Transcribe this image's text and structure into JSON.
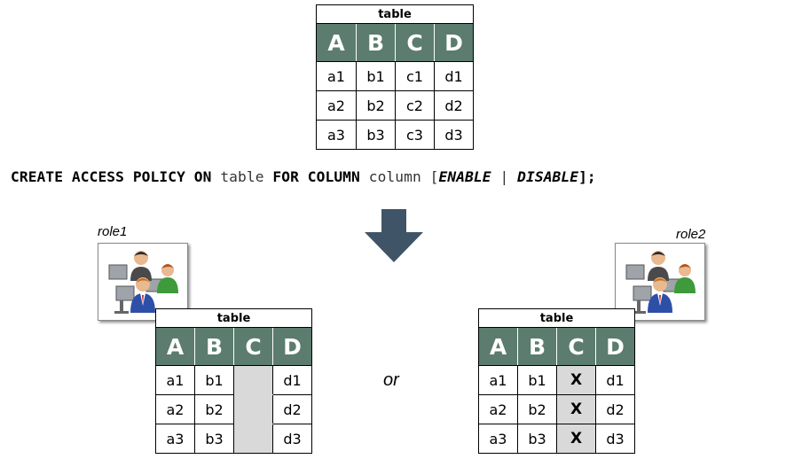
{
  "colors": {
    "header_bg": "#5b7c6f",
    "masked_bg": "#d9d9d9",
    "arrow": "#3f5567"
  },
  "source_table": {
    "caption": "table",
    "headers": [
      "A",
      "B",
      "C",
      "D"
    ],
    "rows": [
      [
        "a1",
        "b1",
        "c1",
        "d1"
      ],
      [
        "a2",
        "b2",
        "c2",
        "d2"
      ],
      [
        "a3",
        "b3",
        "c3",
        "d3"
      ]
    ]
  },
  "statement": {
    "kw1": "CREATE ACCESS POLICY ON",
    "table_ph": "table",
    "kw2": "FOR COLUMN",
    "column_ph": "column",
    "bracket_open": "[",
    "enable": "ENABLE",
    "sep": " | ",
    "disable": "DISABLE",
    "bracket_close": "];"
  },
  "arrow_icon": "down-arrow-icon",
  "role1": {
    "label": "role1",
    "icon": "users-at-computers-icon",
    "table": {
      "caption": "table",
      "headers": [
        "A",
        "B",
        "C",
        "D"
      ],
      "rows": [
        [
          "a1",
          "b1",
          "",
          "d1"
        ],
        [
          "a2",
          "b2",
          "",
          "d2"
        ],
        [
          "a3",
          "b3",
          "",
          "d3"
        ]
      ]
    }
  },
  "or_label": "or",
  "role2": {
    "label": "role2",
    "icon": "users-at-computers-icon",
    "table": {
      "caption": "table",
      "headers": [
        "A",
        "B",
        "C",
        "D"
      ],
      "rows": [
        [
          "a1",
          "b1",
          "X",
          "d1"
        ],
        [
          "a2",
          "b2",
          "X",
          "d2"
        ],
        [
          "a3",
          "b3",
          "X",
          "d3"
        ]
      ]
    }
  }
}
